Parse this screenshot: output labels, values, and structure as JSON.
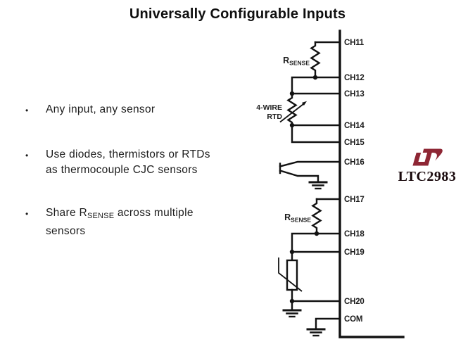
{
  "title": "Universally Configurable Inputs",
  "bullet_glyph": "•",
  "bullets": [
    {
      "lines": [
        "Any input, any sensor"
      ]
    },
    {
      "lines": [
        "Use diodes, thermistors or RTDs",
        "as thermocouple CJC sensors"
      ]
    },
    {
      "rich": {
        "pre": "Share R",
        "sub": "SENSE",
        "post": " across multiple",
        "line2": "sensors"
      }
    }
  ],
  "circuit": {
    "channels": [
      "CH11",
      "CH12",
      "CH13",
      "CH14",
      "CH15",
      "CH16",
      "CH17",
      "CH18",
      "CH19",
      "CH20",
      "COM"
    ],
    "rsense": {
      "base": "R",
      "sub": "SENSE"
    },
    "rtd_label": {
      "line1": "4-WIRE",
      "line2": "RTD"
    }
  },
  "branding": {
    "part_number": "LTC2983",
    "logo_name": "linear-technology-lt-logo"
  },
  "colors": {
    "background": "#ffffff",
    "text": "#1c1c1c",
    "circuit": "#121212",
    "brand_maroon": "#8e2634"
  }
}
